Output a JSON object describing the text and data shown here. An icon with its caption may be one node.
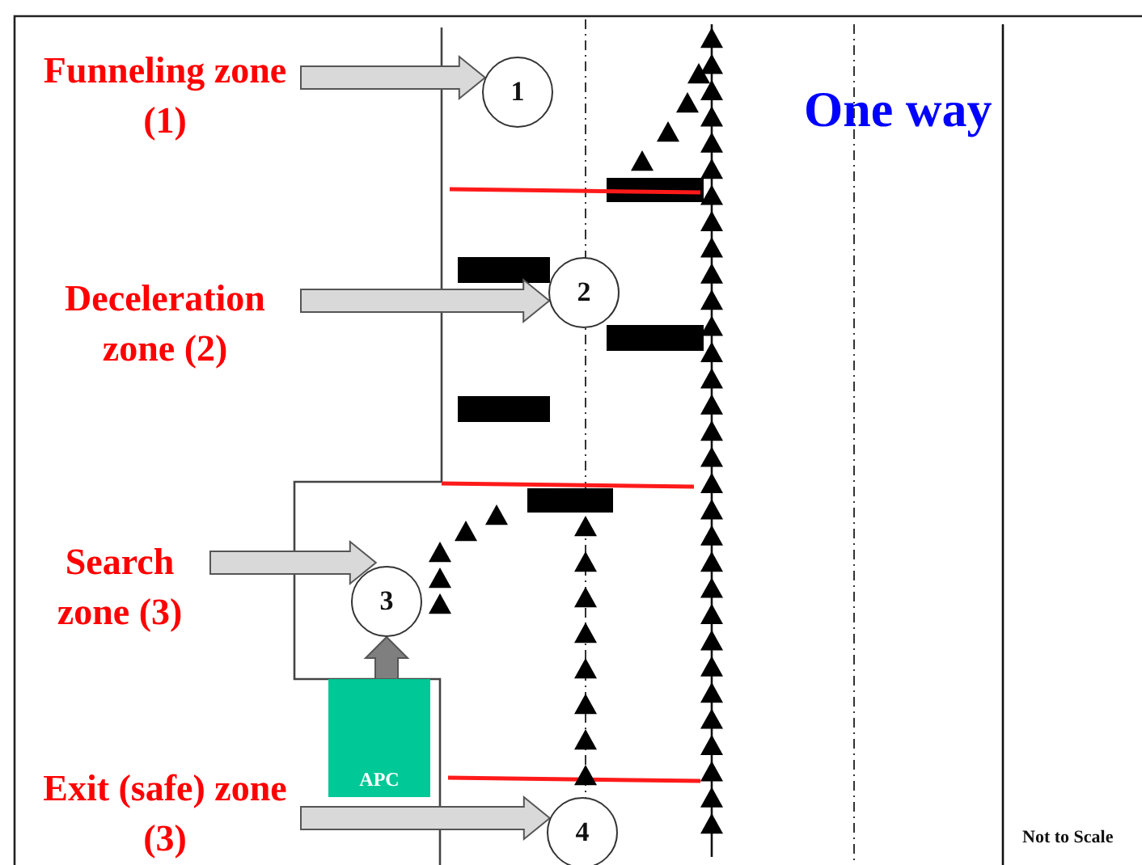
{
  "diagram": {
    "nodes": [
      {
        "text": [
          "Funneling zone (1)"
        ]
      },
      {
        "text": [
          "1"
        ]
      },
      {
        "text": [
          "Deceleration zone (2)"
        ]
      },
      {
        "text": [
          "2"
        ]
      },
      {
        "text": [
          "Search zone (3)"
        ]
      },
      {
        "text": [
          "3"
        ]
      },
      {
        "text": [
          "APC"
        ]
      },
      {
        "text": [
          "Exit (safe) zone (3)"
        ]
      },
      {
        "text": [
          "4"
        ]
      }
    ],
    "edges": [
      {
        "from": 0,
        "to": 1,
        "arrow": "to",
        "style": "thick"
      },
      {
        "from": 2,
        "to": 3,
        "arrow": "to",
        "style": "thick"
      },
      {
        "from": 4,
        "to": 5,
        "arrow": "to",
        "style": "thick"
      },
      {
        "from": 6,
        "to": 5,
        "arrow": "to",
        "style": "thick",
        "color": "#7f7f7f"
      },
      {
        "from": 7,
        "to": 8,
        "arrow": "to",
        "style": "thick"
      }
    ],
    "labels": [
      "One way",
      "Not to Scale"
    ]
  }
}
